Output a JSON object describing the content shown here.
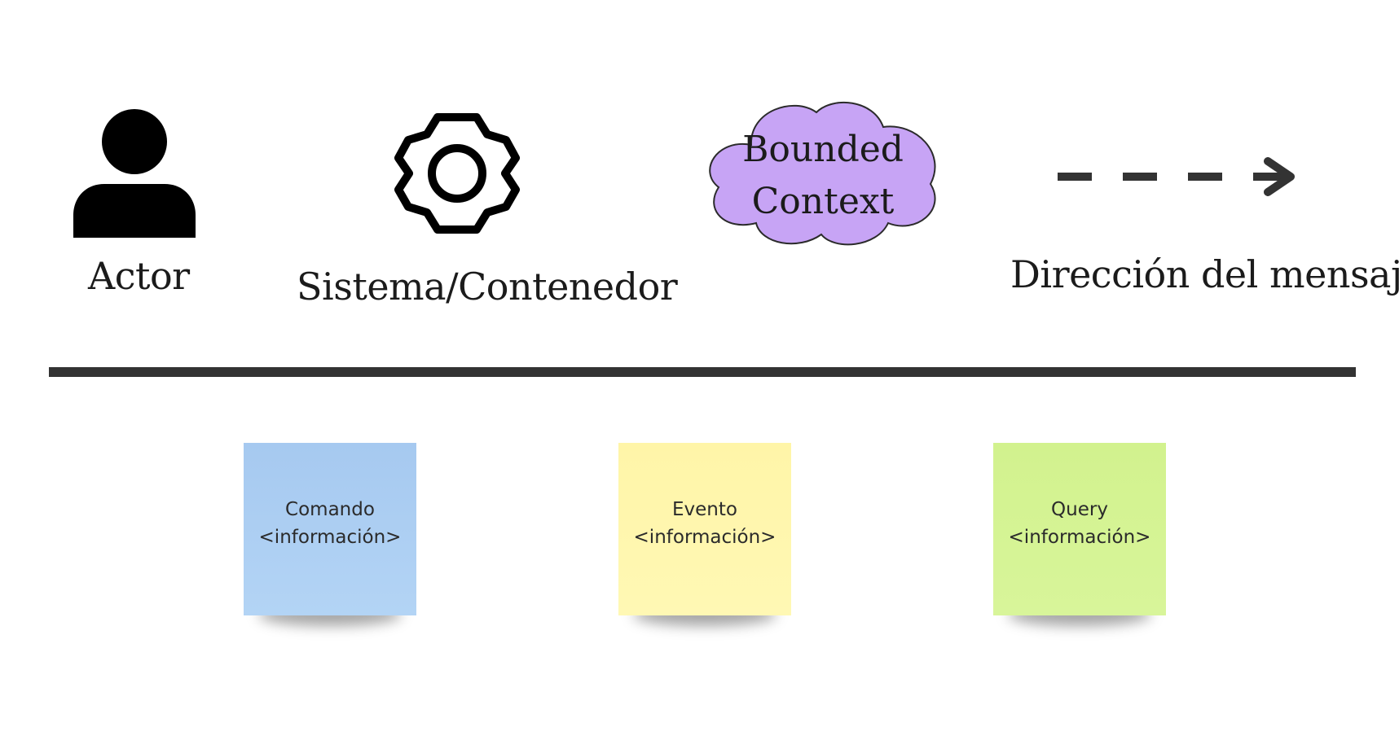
{
  "legend": {
    "actor_label": "Actor",
    "system_label": "Sistema/Contenedor",
    "bounded_context_line1": "Bounded",
    "bounded_context_line2": "Context",
    "direction_label": "Dirección del mensaje"
  },
  "icons": {
    "actor": "person-icon",
    "system": "gear-icon",
    "bounded_context": "cloud-shape",
    "direction": "dashed-arrow-icon"
  },
  "stickies": [
    {
      "title": "Comando",
      "detail": "<información>",
      "color": "#aacbf2"
    },
    {
      "title": "Evento",
      "detail": "<información>",
      "color": "#fff6ac"
    },
    {
      "title": "Query",
      "detail": "<información>",
      "color": "#d4f391"
    }
  ],
  "colors": {
    "cloud_fill": "#c7a4f5",
    "divider": "#333333",
    "arrow": "#333333",
    "icon": "#000000"
  }
}
